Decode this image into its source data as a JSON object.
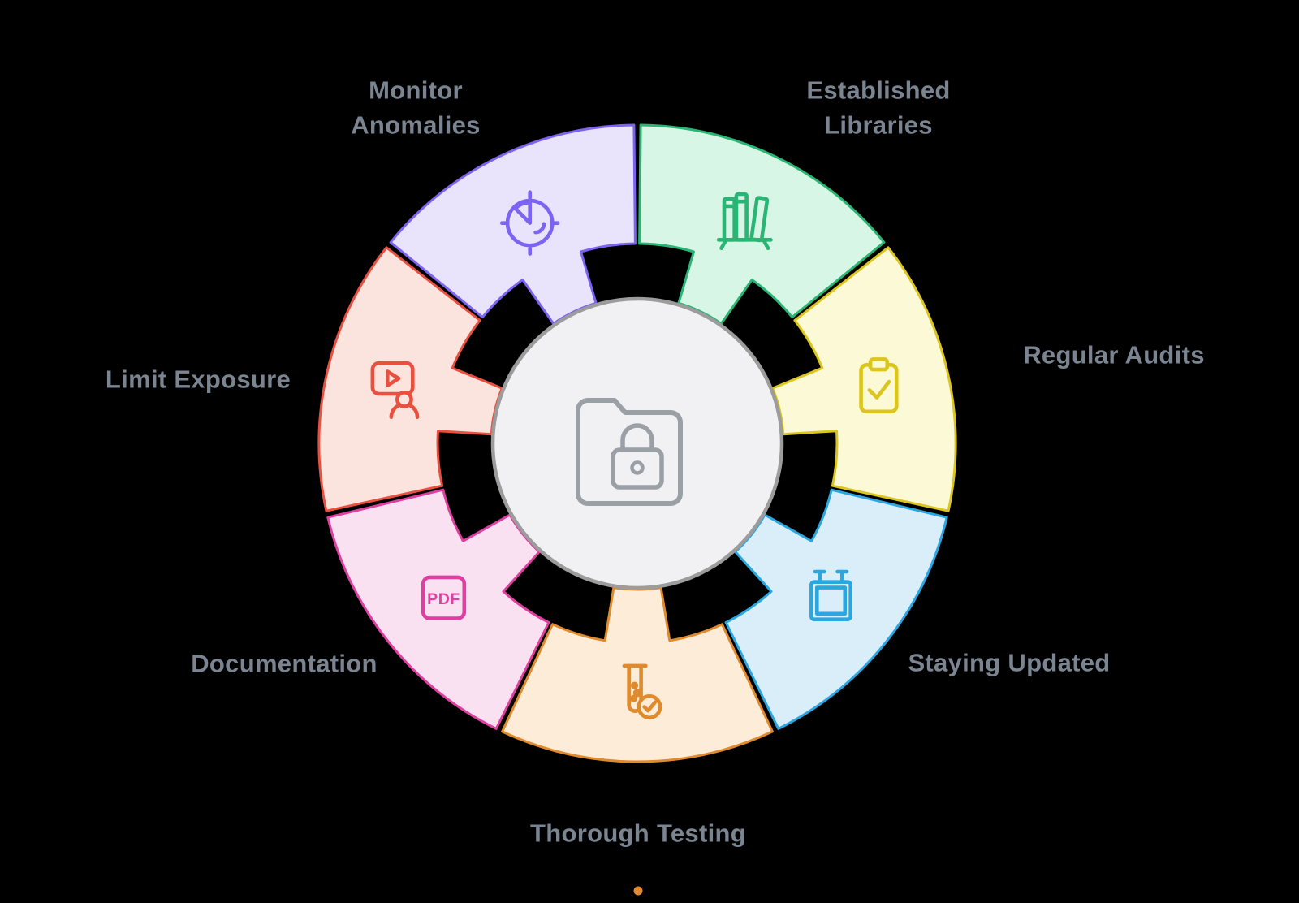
{
  "background": "#000000",
  "label_color": "#7b8591",
  "bottom_marker_color": "#e0892e",
  "center": {
    "icon": "folder-lock-icon",
    "fill": "#f1f1f3",
    "stroke": "#9c9c9c",
    "icon_color": "#9aa0a6"
  },
  "segments": [
    {
      "id": "established-libraries",
      "label": "Established Libraries",
      "fill": "#d8f6e6",
      "stroke": "#29b574",
      "icon": "books-icon"
    },
    {
      "id": "regular-audits",
      "label": "Regular Audits",
      "fill": "#fcf9d6",
      "stroke": "#dcc51d",
      "icon": "clipboard-check-icon"
    },
    {
      "id": "staying-updated",
      "label": "Staying Updated",
      "fill": "#daeefa",
      "stroke": "#2aa6e0",
      "icon": "calendar-icon"
    },
    {
      "id": "thorough-testing",
      "label": "Thorough Testing",
      "fill": "#fcecd8",
      "stroke": "#df8a2d",
      "icon": "test-tube-check-icon"
    },
    {
      "id": "documentation",
      "label": "Documentation",
      "fill": "#fae1f2",
      "stroke": "#df3f9f",
      "icon": "pdf-icon",
      "icon_text": "PDF"
    },
    {
      "id": "limit-exposure",
      "label": "Limit Exposure",
      "fill": "#fce4de",
      "stroke": "#e85140",
      "icon": "video-person-icon"
    },
    {
      "id": "monitor-anomalies",
      "label": "Monitor Anomalies",
      "fill": "#e9e4fc",
      "stroke": "#7d63f1",
      "icon": "timer-icon"
    }
  ]
}
